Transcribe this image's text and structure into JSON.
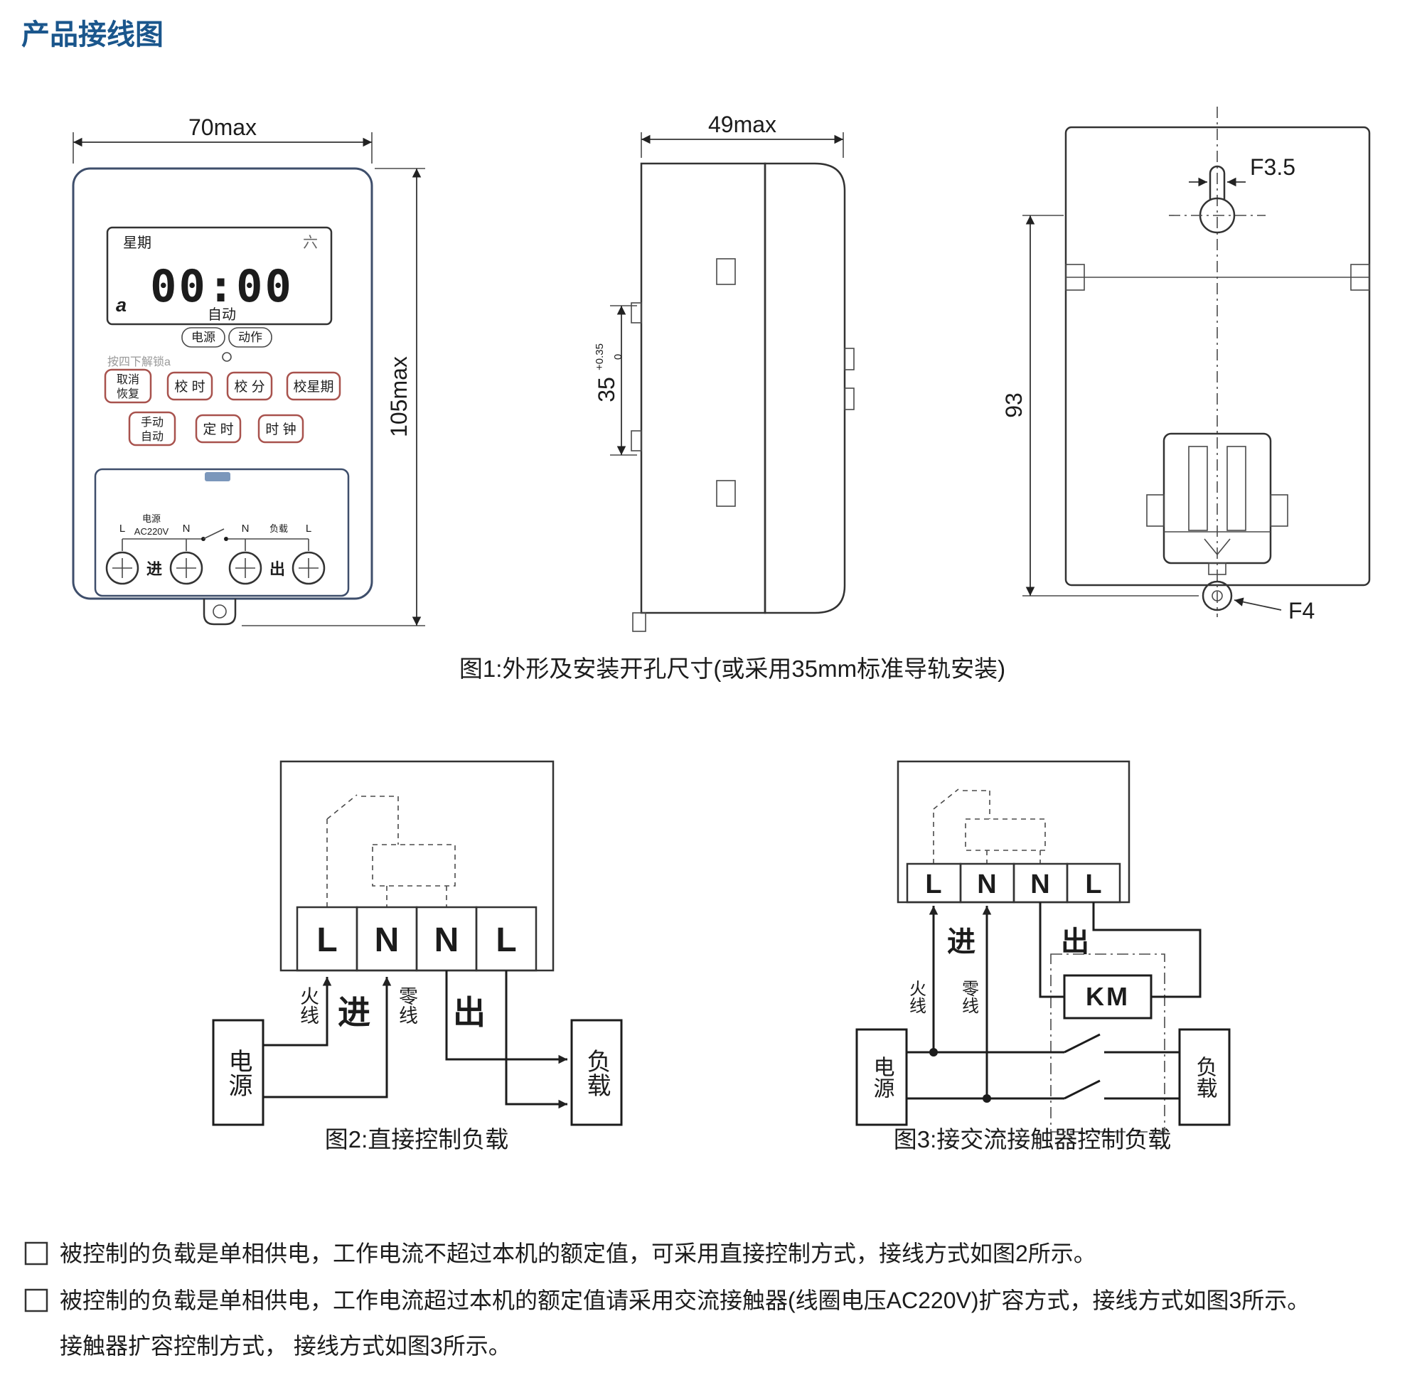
{
  "title": "产品接线图",
  "fig1": {
    "caption": "图1:外形及安装开孔尺寸(或采用35mm标准导轨安装)",
    "dims": {
      "front_width": "70max",
      "front_height": "105max",
      "side_width": "49max",
      "rail": "35",
      "rail_tol_upper": "+0.35",
      "rail_tol_lower": "0",
      "back_height": "93",
      "hole_top": "F3.5",
      "hole_bottom": "F4"
    },
    "panel": {
      "lcd": {
        "week_label": "星期",
        "day": "六",
        "time": "00:00",
        "mode": "自动",
        "lock": "a"
      },
      "leds": {
        "power": "电源",
        "action": "动作"
      },
      "unlock_hint": "按四下解锁a",
      "buttons": {
        "cancel_line1": "取消",
        "cancel_line2": "恢复",
        "set_hour": "校 时",
        "set_minute": "校 分",
        "set_week": "校星期",
        "manual_line1": "手动",
        "manual_line2": "自动",
        "timer": "定 时",
        "clock": "时 钟"
      },
      "terminals": {
        "l_in": "L",
        "power": "电源",
        "voltage": "AC220V",
        "n_in": "N",
        "n_out": "N",
        "load": "负载",
        "l_out": "L",
        "in": "进",
        "out": "出"
      }
    }
  },
  "fig2": {
    "caption": "图2:直接控制负载",
    "terminals": [
      "L",
      "N",
      "N",
      "L"
    ],
    "labels": {
      "live": "火线",
      "in": "进",
      "neutral": "零线",
      "out": "出",
      "source": "电源",
      "load": "负载"
    }
  },
  "fig3": {
    "caption": "图3:接交流接触器控制负载",
    "terminals": [
      "L",
      "N",
      "N",
      "L"
    ],
    "labels": {
      "live": "火线",
      "in": "进",
      "neutral": "零线",
      "out": "出",
      "source": "电源",
      "load": "负载",
      "contactor": "KM"
    }
  },
  "notes": [
    "被控制的负载是单相供电，工作电流不超过本机的额定值，可采用直接控制方式，接线方式如图2所示。",
    "被控制的负载是单相供电，工作电流超过本机的额定值请采用交流接触器(线圈电压AC220V)扩容方式，接线方式如图3所示。",
    "接触器扩容控制方式， 接线方式如图3所示。"
  ]
}
